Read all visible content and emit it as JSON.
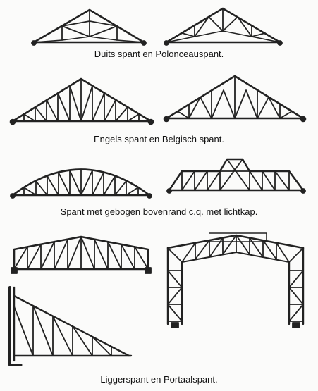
{
  "captions": {
    "row1": "Duits spant en Polonceauspant.",
    "row2": "Engels spant en Belgisch spant.",
    "row3": "Spant met gebogen bovenrand c.q. met lichtkap.",
    "row4": "Liggerspant en Portaalspant."
  },
  "colors": {
    "ink": "#222222",
    "background": "#fbfbfa"
  }
}
